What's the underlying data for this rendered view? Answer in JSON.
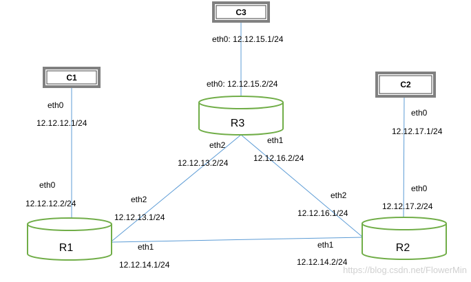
{
  "hosts": {
    "c1": "C1",
    "c2": "C2",
    "c3": "C3"
  },
  "routers": {
    "r1": "R1",
    "r2": "R2",
    "r3": "R3"
  },
  "labels": {
    "c3_eth0": "eth0: 12.12.15.1/24",
    "r3_eth0": "eth0: 12.12.15.2/24",
    "c1_eth0": "eth0",
    "c1_ip": "12.12.12.1/24",
    "r1_eth0": "eth0",
    "r1_eth0_ip": "12.12.12.2/24",
    "r1_eth2": "eth2",
    "r1_eth2_ip": "12.12.13.1/24",
    "r1_eth1": "eth1",
    "r1_eth1_ip": "12.12.14.1/24",
    "r3_eth2": "eth2",
    "r3_eth2_ip": "12.12.13.2/24",
    "r3_eth1": "eth1",
    "r3_eth1_ip": "12.12.16.2/24",
    "r2_eth2": "eth2",
    "r2_eth2_ip": "12.12.16.1/24",
    "r2_eth1": "eth1",
    "r2_eth1_ip": "12.12.14.2/24",
    "c2_eth0": "eth0",
    "c2_ip": "12.12.17.1/24",
    "r2_eth0": "eth0",
    "r2_eth0_ip": "12.12.17.2/24"
  },
  "watermark": "https://blog.csdn.net/FlowerMin",
  "colors": {
    "link": "#5b9bd5",
    "router_outline": "#70ad47",
    "host_frame": "#808080"
  }
}
